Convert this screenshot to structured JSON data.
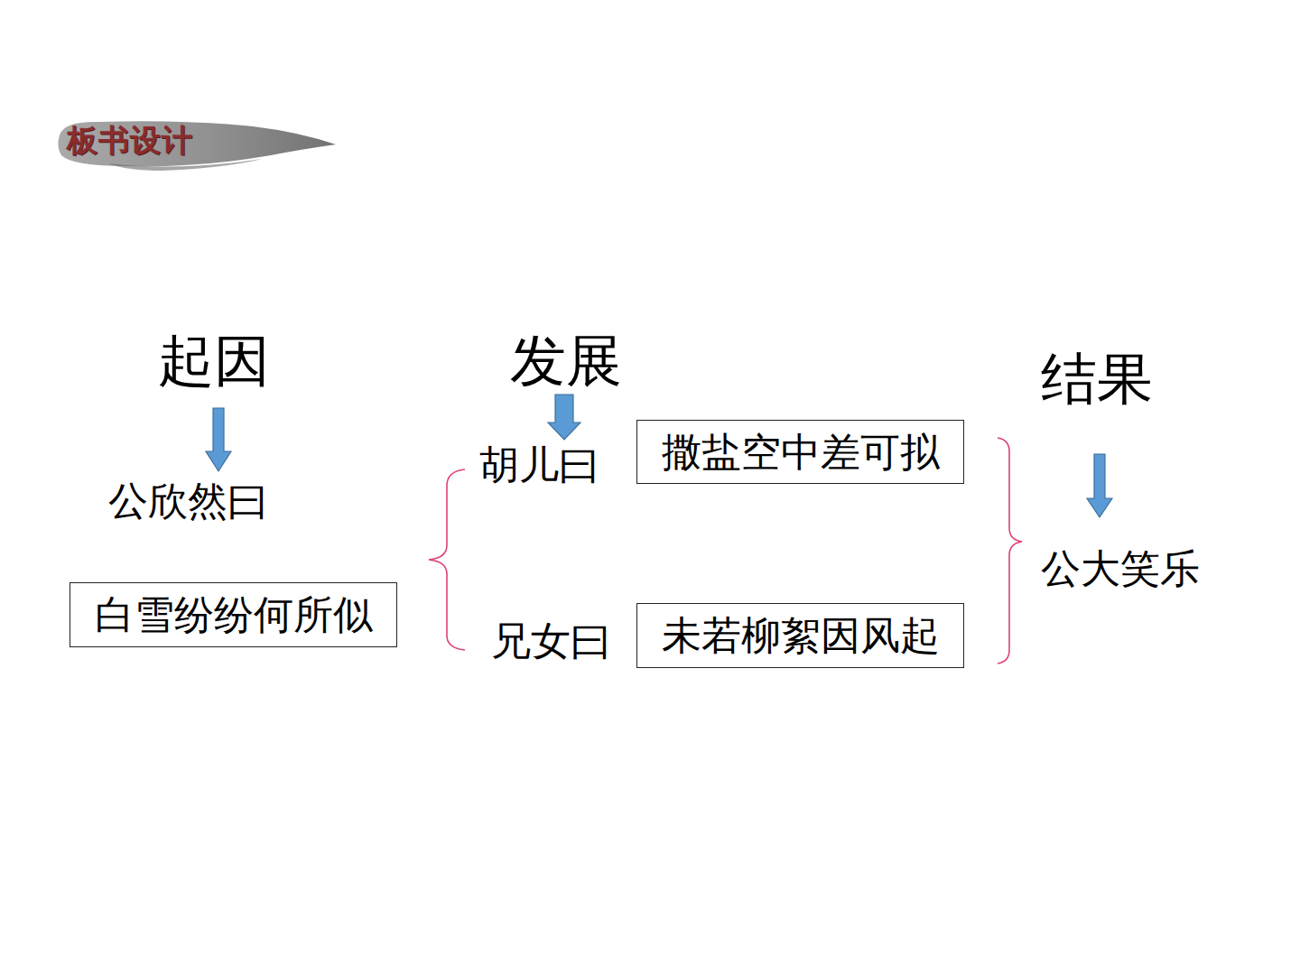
{
  "diagram": {
    "title": "板书设计",
    "nodes": [
      {
        "text": [
          "白雪纷纷何所似"
        ]
      },
      {
        "text": [
          "撒盐空中差可拟"
        ]
      },
      {
        "text": [
          "未若柳絮因风起"
        ]
      }
    ],
    "labels": [
      "起因",
      "发展",
      "结果",
      "公欣然曰",
      "胡儿曰",
      "兄女曰",
      "公大笑乐"
    ]
  }
}
